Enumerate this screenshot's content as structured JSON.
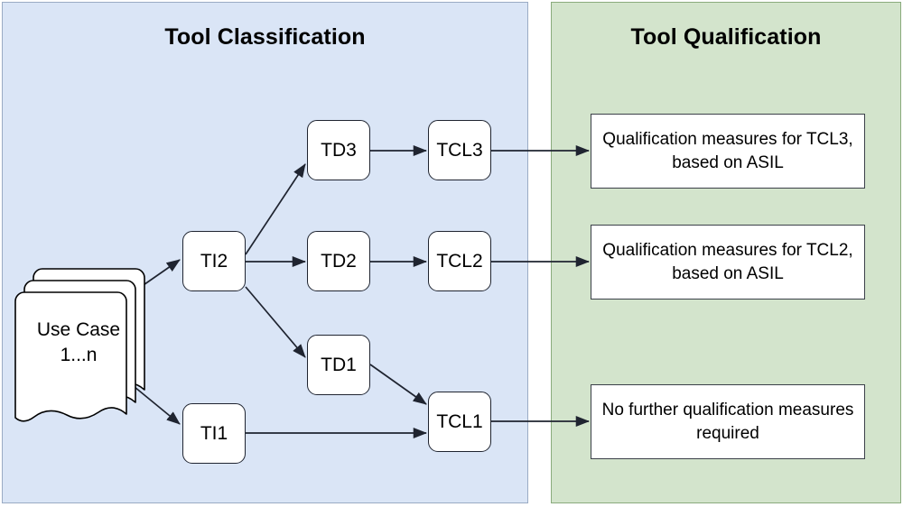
{
  "panels": {
    "classification": {
      "title": "Tool Classification",
      "bg_color": "#dae5f6",
      "border_color": "#9aabc4"
    },
    "qualification": {
      "title": "Tool Qualification",
      "bg_color": "#d3e4cc",
      "border_color": "#8aab7d"
    }
  },
  "source": {
    "label_line1": "Use Case",
    "label_line2": "1...n"
  },
  "nodes": {
    "ti2": "TI2",
    "ti1": "TI1",
    "td3": "TD3",
    "td2": "TD2",
    "td1": "TD1",
    "tcl3": "TCL3",
    "tcl2": "TCL2",
    "tcl1": "TCL1"
  },
  "measures": {
    "tcl3": "Qualification measures for TCL3, based on ASIL",
    "tcl2": "Qualification measures for TCL2, based on ASIL",
    "tcl1": "No further qualification measures required"
  },
  "edges": [
    {
      "from": "use-case",
      "to": "ti2"
    },
    {
      "from": "use-case",
      "to": "ti1"
    },
    {
      "from": "ti2",
      "to": "td3"
    },
    {
      "from": "ti2",
      "to": "td2"
    },
    {
      "from": "ti2",
      "to": "td1"
    },
    {
      "from": "td3",
      "to": "tcl3"
    },
    {
      "from": "td2",
      "to": "tcl2"
    },
    {
      "from": "td1",
      "to": "tcl1"
    },
    {
      "from": "ti1",
      "to": "tcl1"
    },
    {
      "from": "tcl3",
      "to": "measure-tcl3"
    },
    {
      "from": "tcl2",
      "to": "measure-tcl2"
    },
    {
      "from": "tcl1",
      "to": "measure-tcl1"
    }
  ],
  "style": {
    "edge_color": "#1f2430",
    "node_fill": "#ffffff",
    "node_border": "#1f2430"
  }
}
